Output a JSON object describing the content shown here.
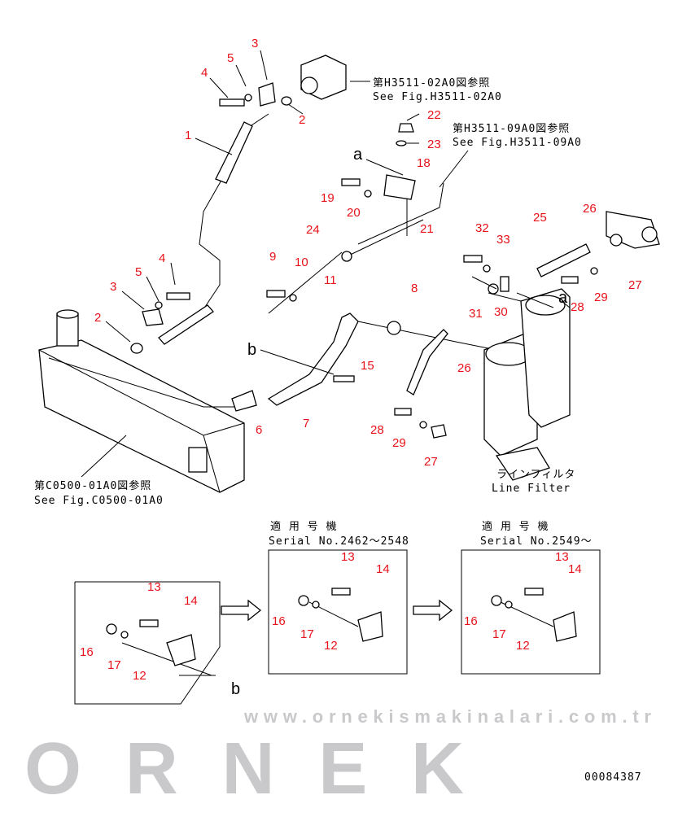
{
  "references": {
    "h3511_02a0_jp": "第H3511-02A0図参照",
    "h3511_02a0_en": "See Fig.H3511-02A0",
    "h3511_09a0_jp": "第H3511-09A0図参照",
    "h3511_09a0_en": "See Fig.H3511-09A0",
    "c0500_01a0_jp": "第C0500-01A0図参照",
    "c0500_01a0_en": "See Fig.C0500-01A0",
    "line_filter_jp": "ラインフィルタ",
    "line_filter_en": "Line Filter"
  },
  "serial_boxes": [
    {
      "jp": "適 用 号 機",
      "en": "Serial No.2462〜2548"
    },
    {
      "jp": "適 用 号 機",
      "en": "Serial No.2549〜"
    }
  ],
  "callouts": [
    "1",
    "2",
    "3",
    "4",
    "5",
    "6",
    "7",
    "8",
    "9",
    "10",
    "11",
    "12",
    "13",
    "14",
    "15",
    "16",
    "17",
    "18",
    "19",
    "20",
    "21",
    "22",
    "23",
    "24",
    "25",
    "26",
    "27",
    "28",
    "29",
    "30",
    "31",
    "32",
    "33"
  ],
  "view_markers": {
    "a": "a",
    "b": "b"
  },
  "document_number": "00084387",
  "watermark": {
    "logo": "ORNEK",
    "url": "www.ornekismakinalari.com.tr"
  },
  "colors": {
    "callout": "#e8121a",
    "watermark": "#c9c9cc"
  }
}
